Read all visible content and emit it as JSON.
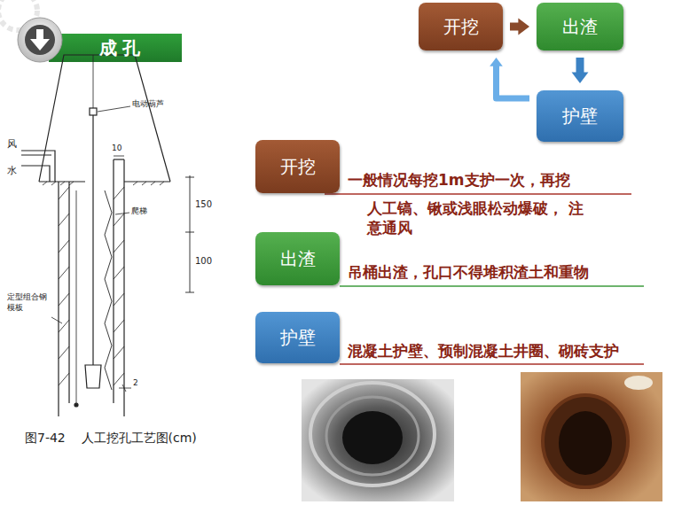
{
  "diagram": {
    "title": "成 孔",
    "caption": "图7-42    人工挖孔工艺图(cm)",
    "nodes": [
      {
        "text": [
          "开挖"
        ]
      },
      {
        "text": [
          "出渣"
        ]
      },
      {
        "text": [
          "护壁"
        ]
      },
      {
        "text": [
          "开挖"
        ]
      },
      {
        "text": [
          "出渣"
        ]
      },
      {
        "text": [
          "护壁"
        ]
      }
    ],
    "edges": [
      {
        "from": 0,
        "to": 1,
        "arrow": "to"
      },
      {
        "from": 1,
        "to": 2,
        "arrow": "to"
      },
      {
        "from": 2,
        "to": 0,
        "arrow": "to"
      }
    ],
    "labels": [
      "风",
      "水",
      "电动葫芦",
      "10",
      "150",
      "100",
      "爬梯",
      "定型组合钢模板",
      "2",
      "一般情况每挖1m支护一次，再挖",
      "人工镐、锹或浅眼松动爆破， 注意通风",
      "吊桶出渣，孔口不得堆积渣土和重物",
      "混凝土护壁、预制混凝土井圈、砌砖支护"
    ]
  }
}
